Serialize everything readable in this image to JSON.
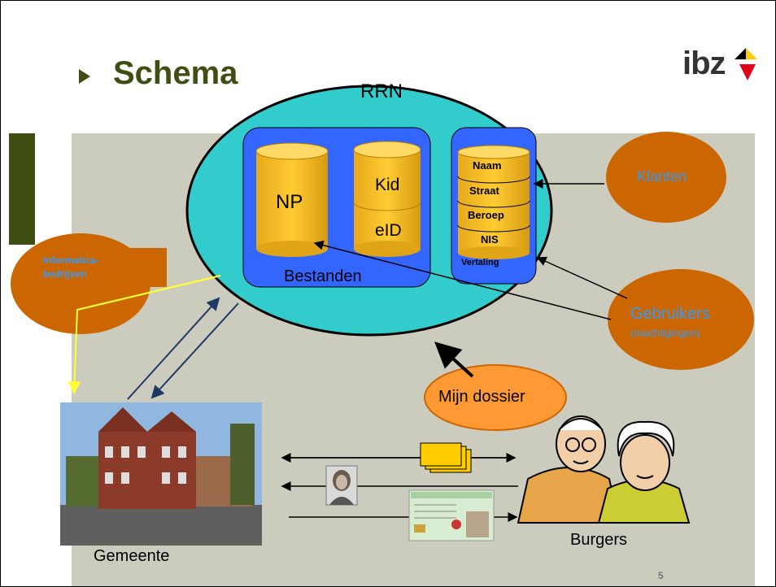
{
  "slide": {
    "title": "Schema",
    "logo_text": "ibz",
    "page_number": "5"
  },
  "diagram": {
    "rrn_label": "RRN",
    "bestanden_label": "Bestanden",
    "np_label": "NP",
    "kid_label": "Kid",
    "eid_label": "eID",
    "vertaling_label": "Vertaling",
    "vertaling_items": [
      "Naam",
      "Straat",
      "Beroep",
      "NIS"
    ],
    "klanten_label": "Klanten",
    "gebruikers_label": "Gebruikers",
    "gebruikers_sub": "(machtigingen)",
    "informatica_line1": "Informatica-",
    "informatica_line2": "bedrijven",
    "mijn_dossier_label": "Mijn dossier",
    "gemeente_label": "Gemeente",
    "burgers_label": "Burgers"
  },
  "colors": {
    "title_green": "#3f4f14",
    "rrn_fill": "#33cccc",
    "container_blue": "#3366ff",
    "cylinder_orange": "#ffcc33",
    "ellipse_orange": "#cc6600",
    "ellipse_text_blue": "#3399ff",
    "panel_gray": "#ccccbe",
    "yellow_line": "#ffff33",
    "navy_arrow": "#1f3864",
    "logo_red": "#e3001b",
    "logo_yellow": "#ffcc00"
  },
  "icons": [
    "building-photo",
    "id-photo-icon",
    "documents-icon",
    "id-card-icon",
    "elderly-couple-clipart"
  ]
}
